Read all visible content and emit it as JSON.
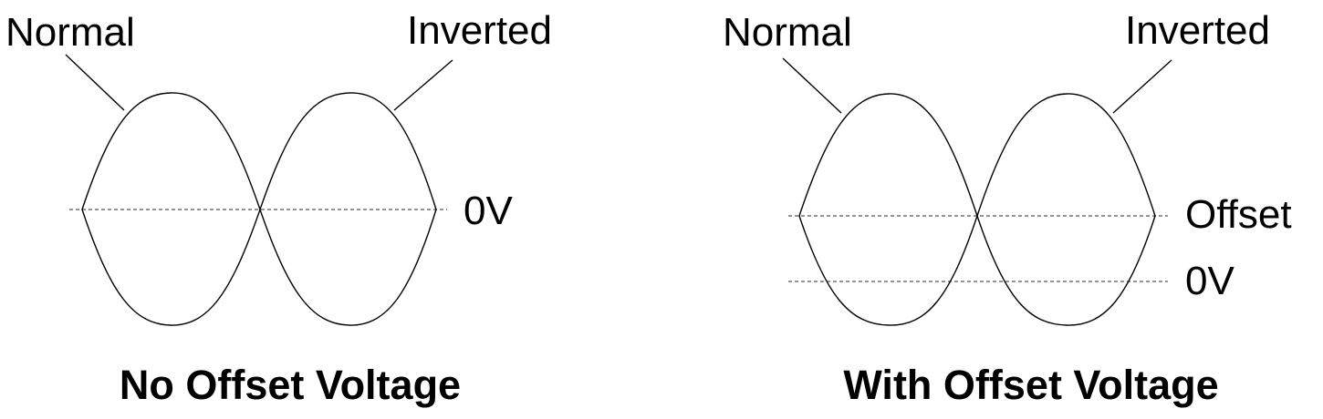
{
  "left_panel": {
    "normal_label": "Normal",
    "inverted_label": "Inverted",
    "zero_label": "0V",
    "caption": "No Offset Voltage"
  },
  "right_panel": {
    "normal_label": "Normal",
    "inverted_label": "Inverted",
    "offset_label": "Offset",
    "zero_label": "0V",
    "caption": "With Offset Voltage"
  }
}
